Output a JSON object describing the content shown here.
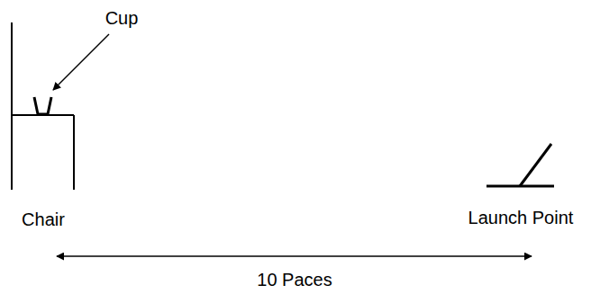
{
  "diagram": {
    "labels": [
      "Cup",
      "Chair",
      "Launch Point",
      "10 Paces"
    ]
  }
}
